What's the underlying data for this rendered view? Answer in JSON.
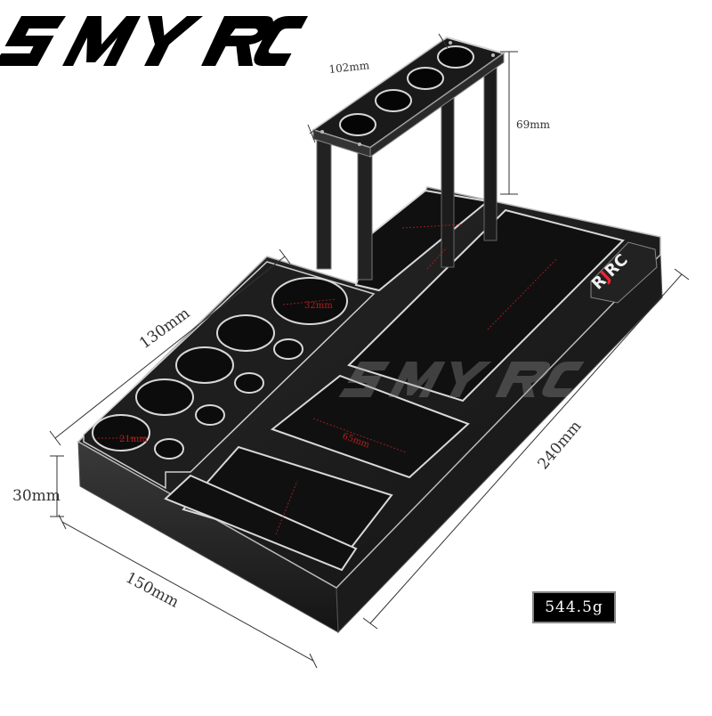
{
  "brand": {
    "logo_text": "SMY RC",
    "watermark_text": "SMY RC",
    "product_logo_text": "RJ-RC"
  },
  "dimensions": {
    "stand_width": "102mm",
    "stand_height": "69mm",
    "tray_length": "240mm",
    "tray_width": "150mm",
    "tray_height": "30mm",
    "side_width": "130mm",
    "hole_large": "32mm",
    "hole_small": "21mm",
    "box_mid": "65mm"
  },
  "weight": "544.5g"
}
